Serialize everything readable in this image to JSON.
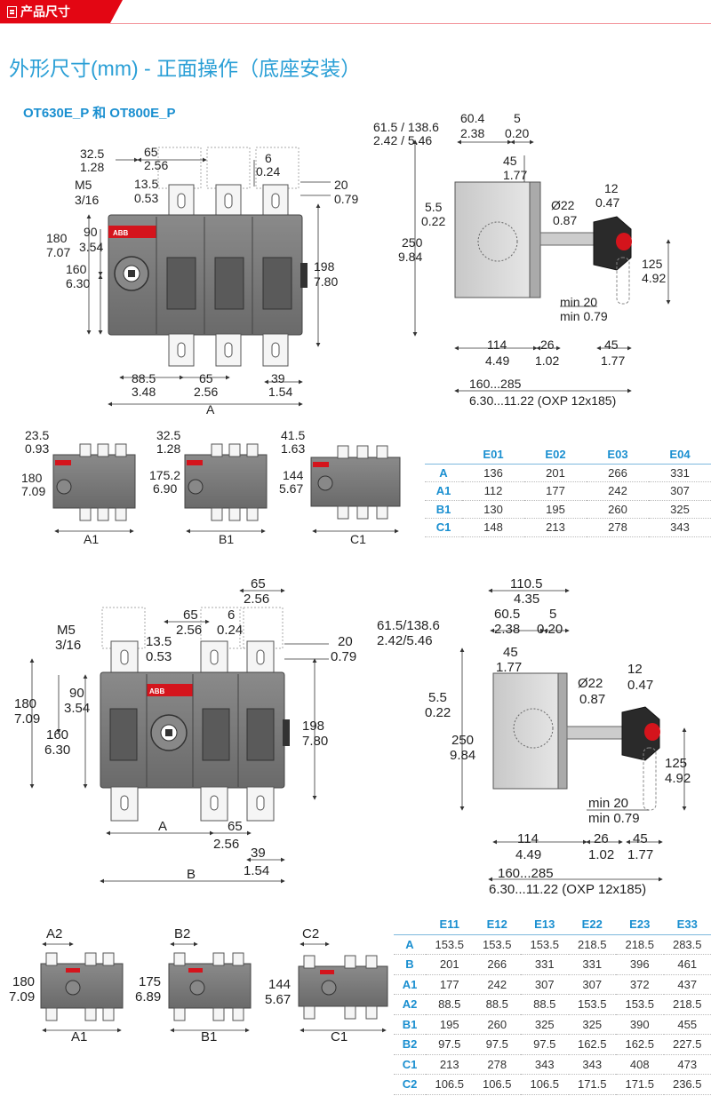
{
  "header": {
    "tag_label": "产品尺寸"
  },
  "title": "外形尺寸(mm) - 正面操作（底座安装）",
  "model": "OT630E_P 和 OT800E_P",
  "brand_on_device": "ABB",
  "icons": {
    "tag": "document-icon"
  },
  "colors": {
    "accent_red": "#e30613",
    "accent_blue": "#2a9fd6",
    "device_gray": "#7a7a7a",
    "handle_red": "#d4141c"
  },
  "d1": {
    "d32_5": "32.5",
    "d1_28": "1.28",
    "d65": "65",
    "d2_56": "2.56",
    "d6": "6",
    "d0_24": "0.24",
    "m5": "M5",
    "m5b": "3/16",
    "d13_5": "13.5",
    "d0_53": "0.53",
    "d20": "20",
    "d0_79": "0.79",
    "d180": "180",
    "d7_07": "7.07",
    "d90": "90",
    "d3_54": "3.54",
    "d160": "160",
    "d6_30": "6.30",
    "d198": "198",
    "d7_80": "7.80",
    "d88_5": "88.5",
    "d3_48": "3.48",
    "d65b": "65",
    "d2_56b": "2.56",
    "d39": "39",
    "d1_54": "1.54",
    "A": "A"
  },
  "s1": {
    "d61_5": "61.5 / 138.6",
    "d2_42": "2.42 / 5.46",
    "d60_4": "60.4",
    "d2_38": "2.38",
    "d5": "5",
    "d0_20": "0.20",
    "d45": "45",
    "d1_77": "1.77",
    "d5_5": "5.5",
    "d0_22": "0.22",
    "d22": "Ø22",
    "d0_87": "0.87",
    "d12": "12",
    "d0_47": "0.47",
    "d250": "250",
    "d9_84": "9.84",
    "d125": "125",
    "d4_92": "4.92",
    "dmin20": "min 20",
    "dmin079": "min 0.79",
    "d114": "114",
    "d4_49": "4.49",
    "d26": "26",
    "d1_02": "1.02",
    "d45b": "45",
    "d1_77b": "1.77",
    "d160_285": "160...285",
    "d6_30_11": "6.30...11.22 (OXP 12x185)"
  },
  "small1": [
    {
      "top": "23.5",
      "top2": "0.93",
      "h1": "180",
      "h2": "7.09",
      "label": "A1"
    },
    {
      "top": "32.5",
      "top2": "1.28",
      "h1": "175.2",
      "h2": "6.90",
      "label": "B1"
    },
    {
      "top": "41.5",
      "top2": "1.63",
      "h1": "144",
      "h2": "5.67",
      "label": "C1"
    }
  ],
  "table1": {
    "headers": [
      "E01",
      "E02",
      "E03",
      "E04"
    ],
    "rows": [
      {
        "label": "A",
        "values": [
          "136",
          "201",
          "266",
          "331"
        ]
      },
      {
        "label": "A1",
        "values": [
          "112",
          "177",
          "242",
          "307"
        ]
      },
      {
        "label": "B1",
        "values": [
          "130",
          "195",
          "260",
          "325"
        ]
      },
      {
        "label": "C1",
        "values": [
          "148",
          "213",
          "278",
          "343"
        ]
      }
    ]
  },
  "d2": {
    "d65": "65",
    "d2_56": "2.56",
    "d65b": "65",
    "d2_56b": "2.56",
    "d6": "6",
    "d0_24": "0.24",
    "m5": "M5",
    "m5b": "3/16",
    "d13_5": "13.5",
    "d0_53": "0.53",
    "d20": "20",
    "d0_79": "0.79",
    "d180": "180",
    "d7_09": "7.09",
    "d90": "90",
    "d3_54": "3.54",
    "d160": "160",
    "d6_30": "6.30",
    "d198": "198",
    "d7_80": "7.80",
    "A": "A",
    "d65c": "65",
    "d2_56c": "2.56",
    "d39": "39",
    "d1_54": "1.54",
    "B": "B"
  },
  "s2": {
    "d110_5": "110.5",
    "d4_35": "4.35",
    "d61_5": "61.5/138.6",
    "d2_42": "2.42/5.46",
    "d60_5": "60.5",
    "d2_38": "2.38",
    "d5": "5",
    "d0_20": "0.20",
    "d45": "45",
    "d1_77": "1.77",
    "d5_5": "5.5",
    "d0_22": "0.22",
    "d22": "Ø22",
    "d0_87": "0.87",
    "d12": "12",
    "d0_47": "0.47",
    "d250": "250",
    "d9_84": "9.84",
    "d125": "125",
    "d4_92": "4.92",
    "dmin20": "min 20",
    "dmin079": "min 0.79",
    "d114": "114",
    "d4_49": "4.49",
    "d26": "26",
    "d1_02": "1.02",
    "d45b": "45",
    "d1_77b": "1.77",
    "d160_285": "160...285",
    "d6_30_11": "6.30...11.22 (OXP 12x185)"
  },
  "small2": [
    {
      "top": "A2",
      "h1": "180",
      "h2": "7.09",
      "label": "A1"
    },
    {
      "top": "B2",
      "h1": "175",
      "h2": "6.89",
      "label": "B1"
    },
    {
      "top": "C2",
      "h1": "144",
      "h2": "5.67",
      "label": "C1"
    }
  ],
  "table2": {
    "headers": [
      "E11",
      "E12",
      "E13",
      "E22",
      "E23",
      "E33"
    ],
    "rows": [
      {
        "label": "A",
        "values": [
          "153.5",
          "153.5",
          "153.5",
          "218.5",
          "218.5",
          "283.5"
        ]
      },
      {
        "label": "B",
        "values": [
          "201",
          "266",
          "331",
          "331",
          "396",
          "461"
        ]
      },
      {
        "label": "A1",
        "values": [
          "177",
          "242",
          "307",
          "307",
          "372",
          "437"
        ]
      },
      {
        "label": "A2",
        "values": [
          "88.5",
          "88.5",
          "88.5",
          "153.5",
          "153.5",
          "218.5"
        ]
      },
      {
        "label": "B1",
        "values": [
          "195",
          "260",
          "325",
          "325",
          "390",
          "455"
        ]
      },
      {
        "label": "B2",
        "values": [
          "97.5",
          "97.5",
          "97.5",
          "162.5",
          "162.5",
          "227.5"
        ]
      },
      {
        "label": "C1",
        "values": [
          "213",
          "278",
          "343",
          "343",
          "408",
          "473"
        ]
      },
      {
        "label": "C2",
        "values": [
          "106.5",
          "106.5",
          "106.5",
          "171.5",
          "171.5",
          "236.5"
        ]
      }
    ]
  }
}
